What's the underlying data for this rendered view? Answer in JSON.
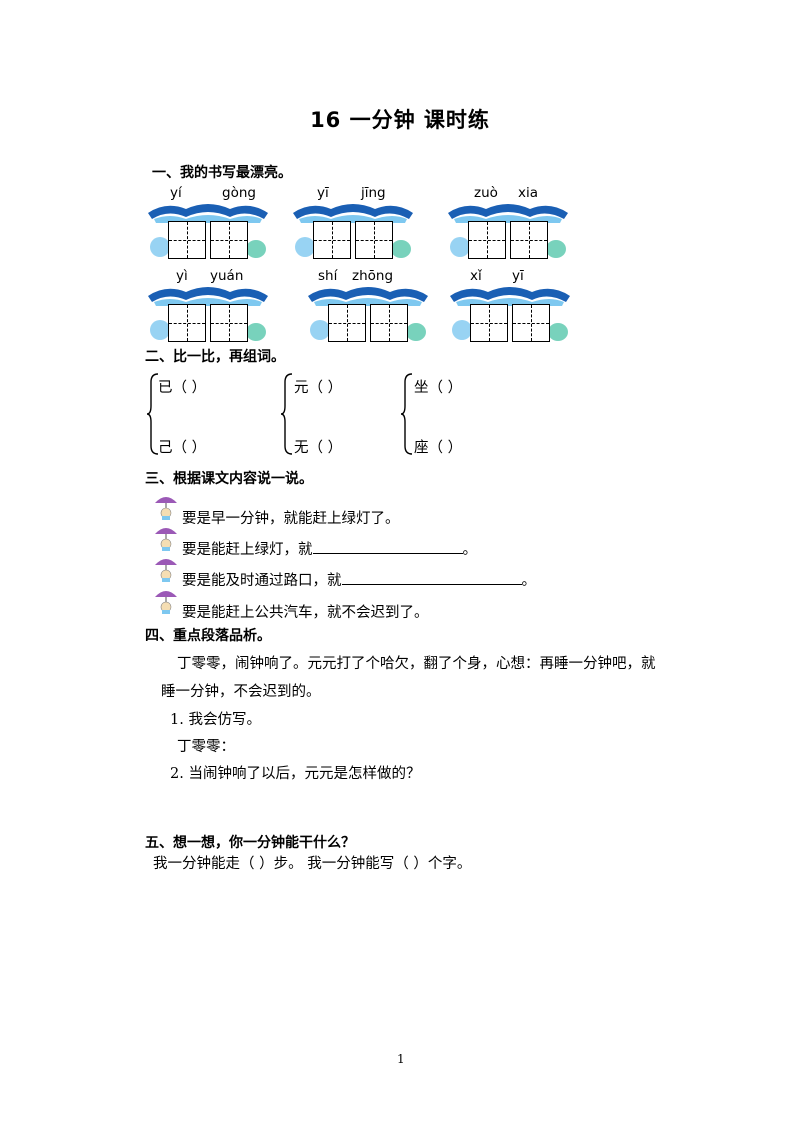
{
  "title": "16  一分钟    课时练",
  "section1": {
    "heading": "一、我的书写最漂亮。",
    "words": [
      {
        "pinyin1": "yí",
        "pinyin2": "gòng"
      },
      {
        "pinyin1": "yī",
        "pinyin2": "jīng"
      },
      {
        "pinyin1": "zuò",
        "pinyin2": "xia"
      },
      {
        "pinyin1": "yì",
        "pinyin2": "yuán"
      },
      {
        "pinyin1": "shí",
        "pinyin2": "zhōng"
      },
      {
        "pinyin1": "xǐ",
        "pinyin2": "yī"
      }
    ]
  },
  "section2": {
    "heading": "二、比一比，再组词。",
    "groups": [
      {
        "top": "已（        ）",
        "bottom": "己（        ）"
      },
      {
        "top": "元（      ）",
        "bottom": "无（      ）"
      },
      {
        "top": "坐（      ）",
        "bottom": "座（      ）"
      }
    ]
  },
  "section3": {
    "heading": "三、根据课文内容说一说。",
    "lines": [
      {
        "text": "要是早一分钟，就能赶上绿灯了。",
        "tail": ""
      },
      {
        "text": "要是能赶上绿灯，就",
        "tail": "。"
      },
      {
        "text": "要是能及时通过路口，就",
        "tail": "。"
      },
      {
        "text": "要是能赶上公共汽车，就不会迟到了。",
        "tail": ""
      }
    ]
  },
  "section4": {
    "heading": "四、重点段落品析。",
    "para1": "丁零零，闹钟响了。元元打了个哈欠，翻了个身，心想：再睡一分钟吧，就",
    "para2": "睡一分钟，不会迟到的。",
    "q1": "1. 我会仿写。",
    "q1_answer_prefix": "丁零零：",
    "q2": "2. 当闹钟响了以后，元元是怎样做的？"
  },
  "section5": {
    "heading": "五、想一想，你一分钟能干什么？",
    "line": "我一分钟能走（      ）步。        我一分钟能写（      ）个字。"
  },
  "page_number": "1",
  "colors": {
    "wave_dark": "#1a5fb4",
    "wave_light": "#7ec8f0",
    "wave_teal": "#3fbfa0",
    "umbrella": "#9b59b6"
  }
}
